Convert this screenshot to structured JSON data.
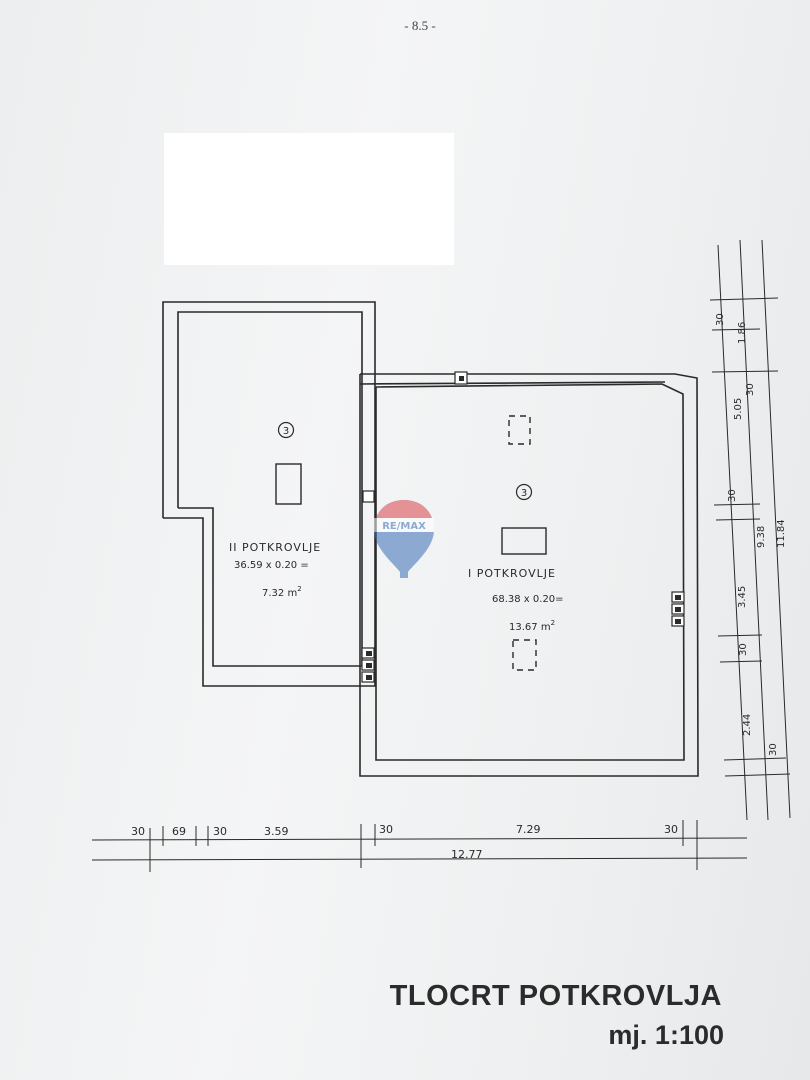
{
  "page_number": "- 8.5 -",
  "rooms": [
    {
      "marker": "3",
      "name": "II POTKROVLJE",
      "formula": "36.59  x  0.20 =",
      "area_value": "7.32",
      "area_unit": "m",
      "area_exp": "2"
    },
    {
      "marker": "3",
      "name": "I  POTKROVLJE",
      "formula": "68.38 x  0.20=",
      "area_value": "13.67",
      "area_unit": "m",
      "area_exp": "2"
    }
  ],
  "dimensions_bottom": {
    "segments": [
      "30",
      "69",
      "30",
      "3.59",
      "30",
      "7.29",
      "30"
    ],
    "total": "12.77"
  },
  "dimensions_right": {
    "inner": [
      "30",
      "5.05",
      "30",
      "3.45",
      "30",
      "2.44",
      "30"
    ],
    "outer": [
      "1.86",
      "9.38",
      "11.84"
    ]
  },
  "title": {
    "main": "TLOCRT  POTKROVLJA",
    "scale": "mj.  1:100"
  },
  "watermark": {
    "label": "RE/MAX"
  },
  "colors": {
    "ink": "#2a2a2a",
    "watermark_red": "#d9434a",
    "watermark_blue": "#3a6fb5"
  }
}
